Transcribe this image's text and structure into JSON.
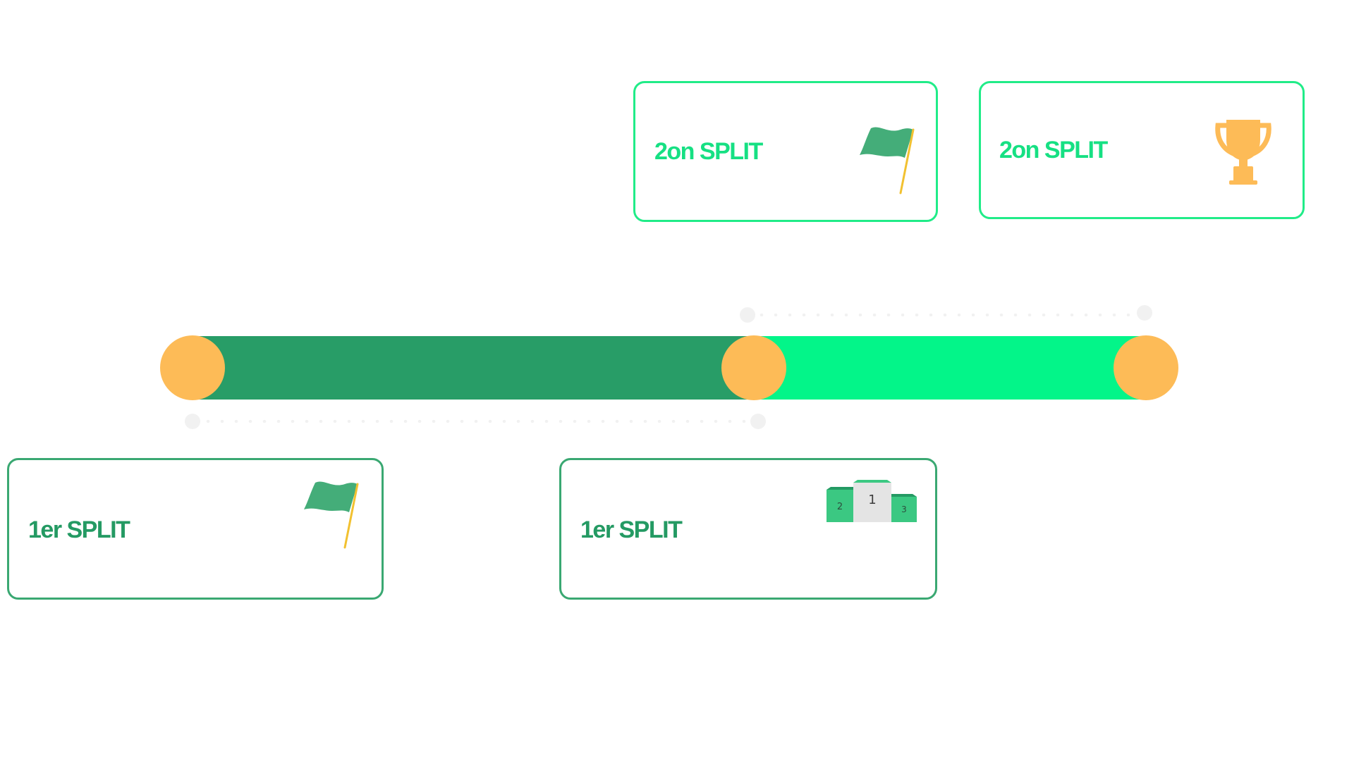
{
  "colors": {
    "bar_dark": "#289d67",
    "bar_bright": "#03f589",
    "node": "#fdbb57",
    "card_border_bright": "#20ec88",
    "card_border_dark": "#3aa872",
    "trophy": "#fdbb57"
  },
  "cards": {
    "top_left": {
      "label": "2on SPLIT",
      "icon": "flag-icon"
    },
    "top_right": {
      "label": "2on SPLIT",
      "icon": "trophy-icon"
    },
    "bottom_left": {
      "label": "1er SPLIT",
      "icon": "flag-icon"
    },
    "bottom_right": {
      "label": "1er SPLIT",
      "icon": "podium-icon"
    }
  },
  "podium": {
    "first": "1",
    "second": "2",
    "third": "3"
  }
}
